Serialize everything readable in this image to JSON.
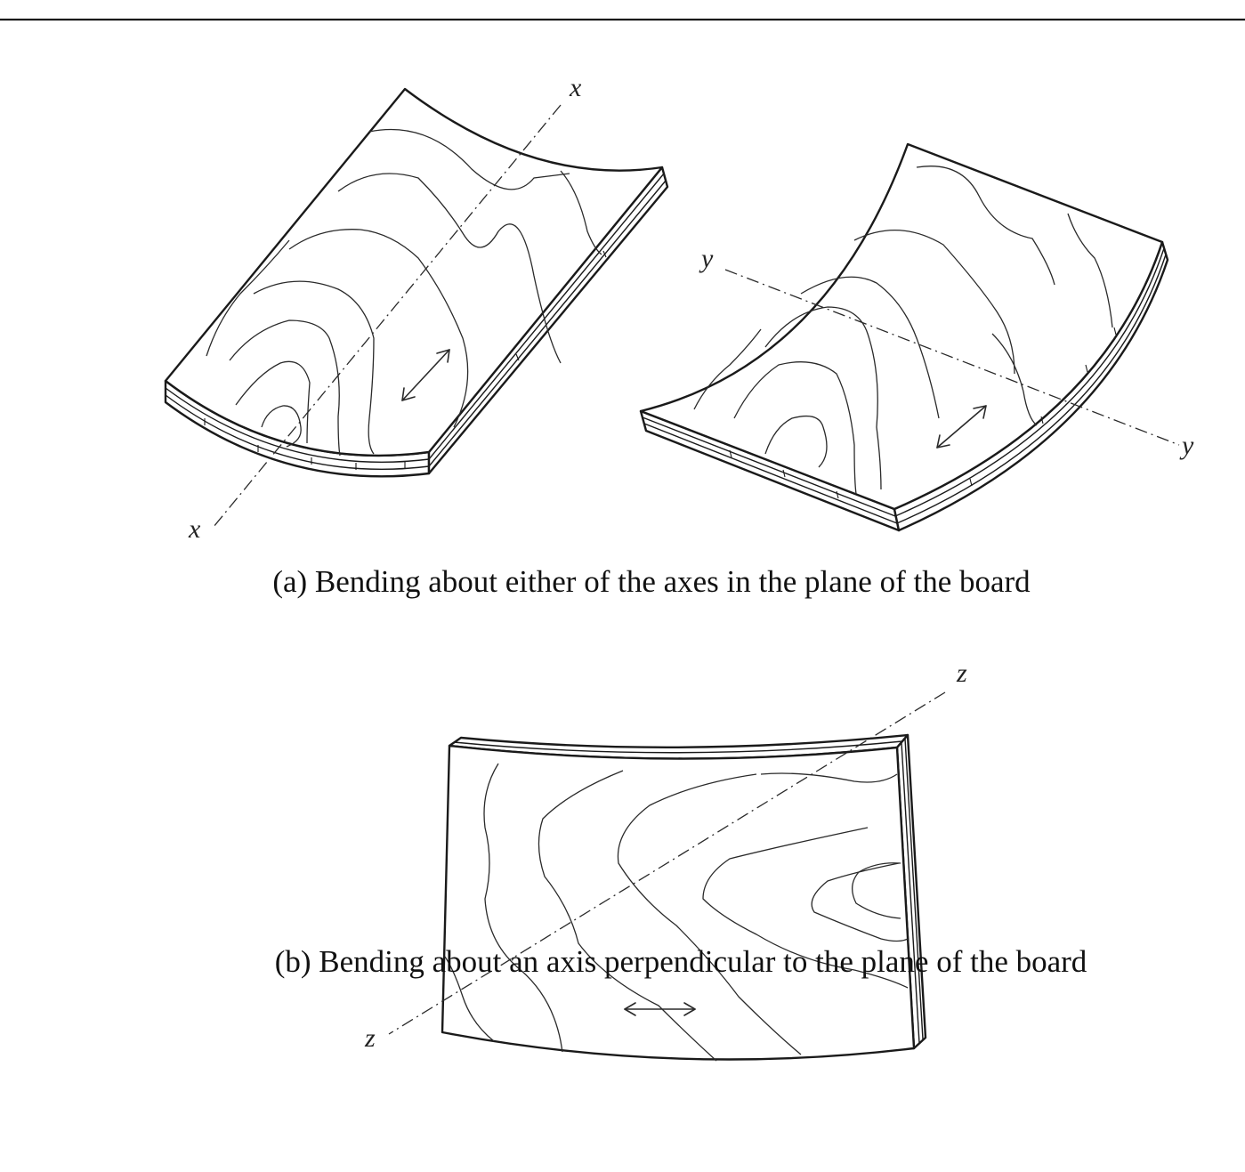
{
  "panel_a": {
    "axis_x_top": "x",
    "axis_x_bottom": "x",
    "axis_y_left": "y",
    "axis_y_right": "y",
    "caption": "(a) Bending about either of the axes in the plane of the board"
  },
  "panel_b": {
    "axis_z_top": "z",
    "axis_z_bottom": "z",
    "caption": "(b) Bending about an axis perpendicular to the plane of the board"
  }
}
